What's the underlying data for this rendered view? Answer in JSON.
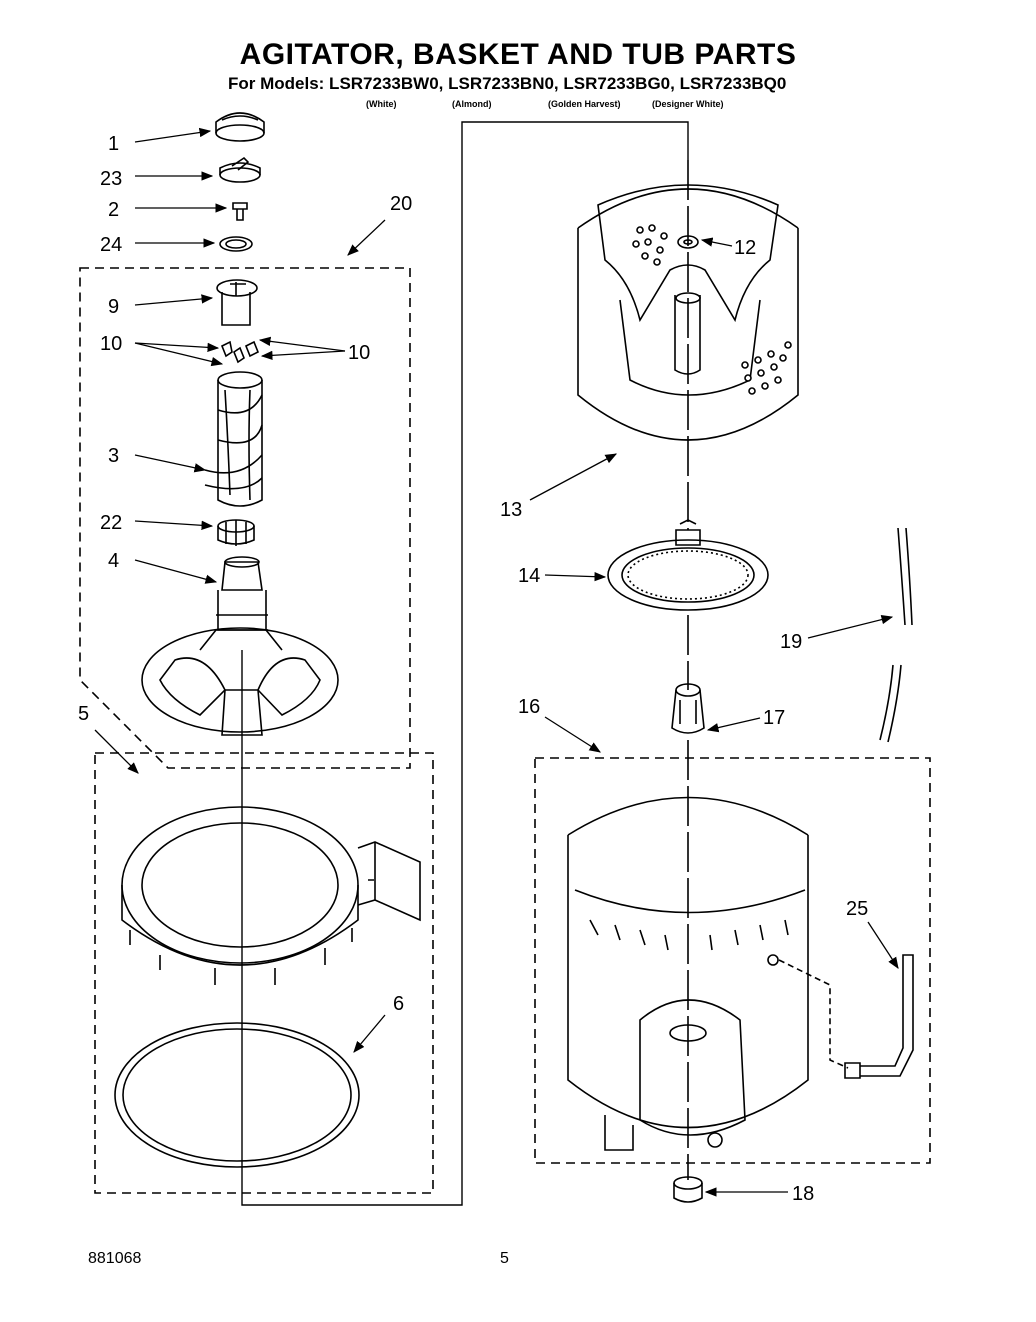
{
  "header": {
    "title": "AGITATOR, BASKET AND TUB PARTS",
    "models_line": "For Models: LSR7233BW0, LSR7233BN0, LSR7233BG0, LSR7233BQ0",
    "variants": [
      "(White)",
      "(Almond)",
      "(Golden Harvest)",
      "(Designer White)"
    ]
  },
  "callouts": [
    "1",
    "23",
    "2",
    "24",
    "20",
    "9",
    "10",
    "10",
    "3",
    "22",
    "4",
    "5",
    "6",
    "12",
    "13",
    "14",
    "19",
    "16",
    "17",
    "25",
    "18"
  ],
  "footer": {
    "doc_number": "881068",
    "page_number": "5"
  }
}
